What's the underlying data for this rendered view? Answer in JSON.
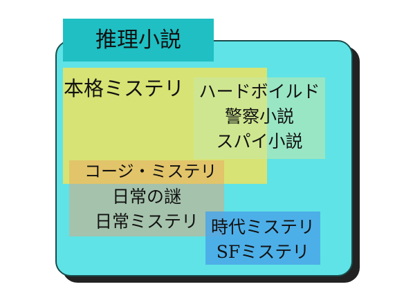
{
  "colors": {
    "outer_fill": "#5fe3e6",
    "title_tab": "#1fbfc3",
    "honkaku_fill": "#f2e35a",
    "hardboiled_fill": "#c9eaa8",
    "cozy_fill": "#b9b99b",
    "cozy_bar": "#e6c466",
    "historical_fill": "#4aa6e8"
  },
  "title": "推理小説",
  "honkaku": {
    "label": "本格ミステリ"
  },
  "hardboiled": {
    "lines": [
      "ハードボイルド",
      "警察小説",
      "スパイ小説"
    ]
  },
  "cozy": {
    "label": "コージ・ミステリ",
    "lines": [
      "日常の謎",
      "日常ミステリ"
    ]
  },
  "historical": {
    "lines": [
      "時代ミステリ",
      "SFミステリ"
    ]
  }
}
